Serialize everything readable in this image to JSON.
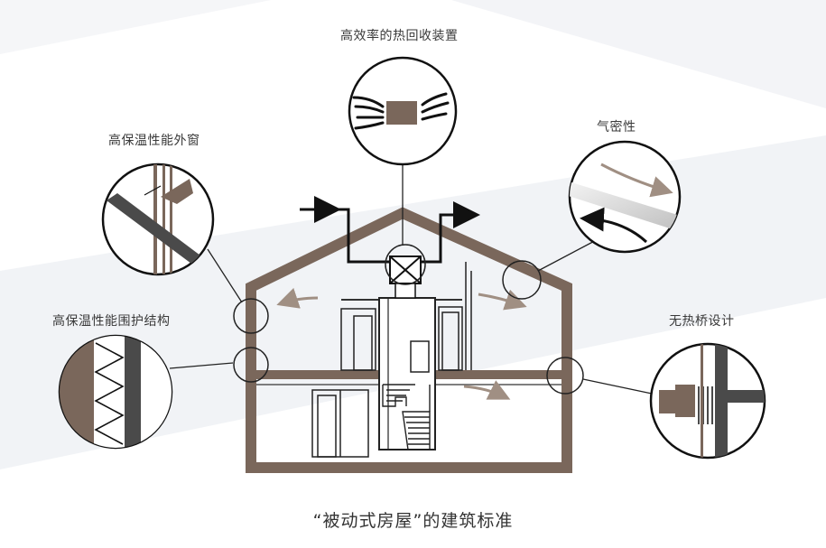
{
  "labels": {
    "heat_recovery": "高效率的热回收装置",
    "window": "高保温性能外窗",
    "airtight": "气密性",
    "envelope": "高保温性能围护结构",
    "no_thermal_bridge": "无热桥设计"
  },
  "caption": "“被动式房屋”的建筑标准",
  "colors": {
    "house": "#7a675b",
    "line": "#222222",
    "arrow_soft": "#a08f83",
    "bg_band": "#eef0f4"
  }
}
